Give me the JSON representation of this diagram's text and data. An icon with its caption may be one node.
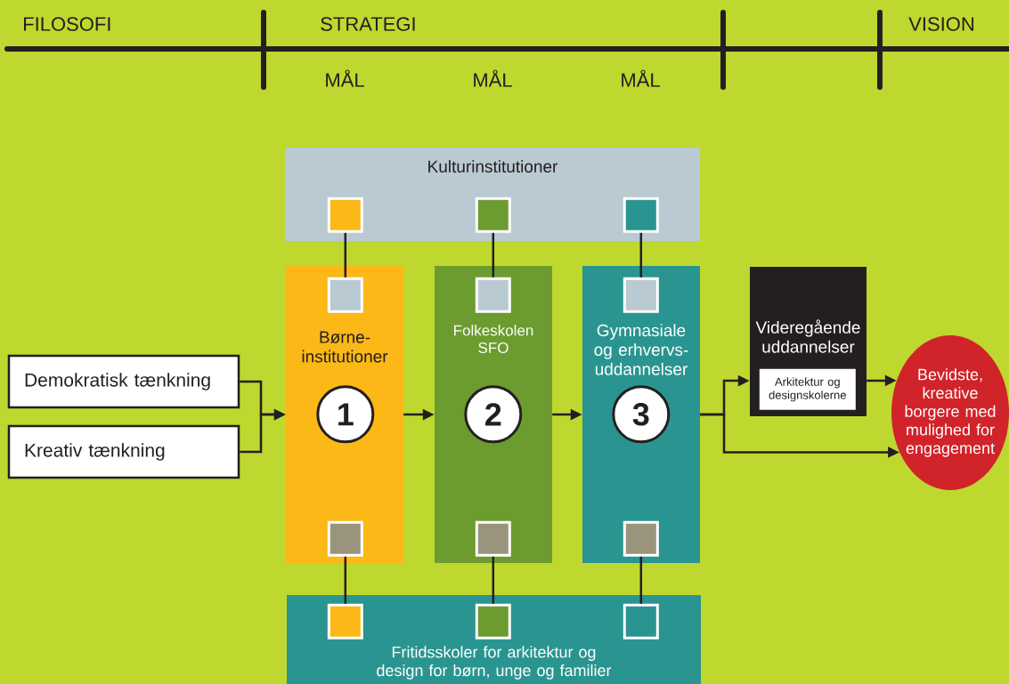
{
  "diagram": {
    "nodes": [
      {
        "text": [
          "Kulturinstitutioner"
        ]
      },
      {
        "text": [],
        "shape": "box",
        "in": 0
      },
      {
        "text": [],
        "shape": "box",
        "in": 0
      },
      {
        "text": [],
        "shape": "box",
        "in": 0
      },
      {
        "text": [
          "Demokratisk tænkning"
        ]
      },
      {
        "text": [
          "Kreativ tænkning"
        ]
      },
      {
        "text": [
          "Børne- institutioner"
        ]
      },
      {
        "text": [],
        "shape": "box",
        "in": 6
      },
      {
        "text": [
          "1"
        ],
        "in": 6
      },
      {
        "text": [],
        "shape": "box",
        "in": 6
      },
      {
        "text": [
          "Folkeskolen SFO"
        ]
      },
      {
        "text": [],
        "shape": "box",
        "in": 10
      },
      {
        "text": [
          "2"
        ],
        "in": 10
      },
      {
        "text": [],
        "shape": "box",
        "in": 10
      },
      {
        "text": [
          "Gymnasiale og erhvervs- uddannelser"
        ]
      },
      {
        "text": [],
        "shape": "box",
        "in": 14
      },
      {
        "text": [
          "3"
        ],
        "in": 14
      },
      {
        "text": [],
        "shape": "box",
        "in": 14
      },
      {
        "text": [
          "Videregående uddannelser"
        ]
      },
      {
        "text": [
          "Arkitektur og designskolerne"
        ],
        "in": 18
      },
      {
        "text": [
          "Bevidste, kreative borgere med mulighed for engagement"
        ]
      },
      {
        "text": [
          "Fritidsskoler for arkitektur og design for børn, unge og familier"
        ]
      },
      {
        "text": [],
        "shape": "box",
        "in": 21
      },
      {
        "text": [],
        "shape": "box",
        "in": 21
      },
      {
        "text": [],
        "shape": "box",
        "in": 21
      }
    ],
    "edges": [
      {
        "from": 1,
        "to": 7,
        "arrow": "none"
      },
      {
        "from": 2,
        "to": 11,
        "arrow": "none"
      },
      {
        "from": 3,
        "to": 15,
        "arrow": "none"
      },
      {
        "from": 4,
        "to": 6,
        "arrow": "to"
      },
      {
        "from": 5,
        "to": 6,
        "arrow": "to"
      },
      {
        "from": 6,
        "to": 10,
        "arrow": "to"
      },
      {
        "from": 10,
        "to": 14,
        "arrow": "to"
      },
      {
        "from": 14,
        "to": 18,
        "arrow": "to"
      },
      {
        "from": 14,
        "to": 20,
        "arrow": "to"
      },
      {
        "from": 18,
        "to": 20,
        "arrow": "to"
      },
      {
        "from": 9,
        "to": 22,
        "arrow": "none"
      },
      {
        "from": 13,
        "to": 23,
        "arrow": "none"
      },
      {
        "from": 17,
        "to": 24,
        "arrow": "none"
      }
    ],
    "labels": [
      "FILOSOFI",
      "STRATEGI",
      "VISION",
      "MÅL",
      "MÅL",
      "MÅL"
    ]
  }
}
